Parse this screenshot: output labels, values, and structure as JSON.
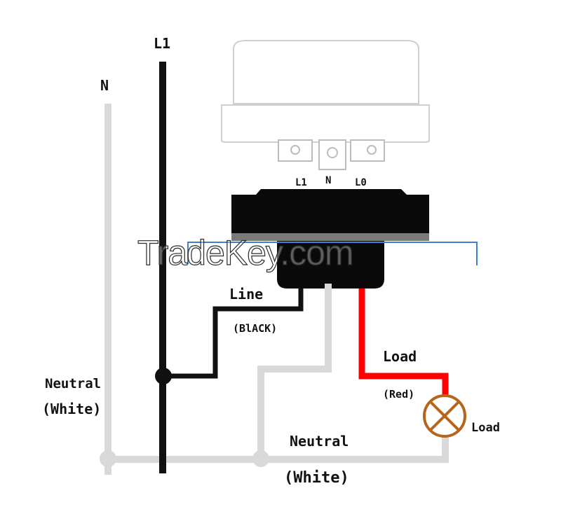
{
  "labels": {
    "n_rail": "N",
    "l1_rail": "L1",
    "terminal_l1": "L1",
    "terminal_n": "N",
    "terminal_lo": "L0",
    "line": "Line",
    "line_color": "(BlACK)",
    "load_wire": "Load",
    "load_color": "(Red)",
    "load_lamp": "Load",
    "neutral_left": "Neutral",
    "neutral_left_color": "(White)",
    "neutral_bottom": "Neutral",
    "neutral_bottom_color": "(White)"
  },
  "watermark": "TradeKey.com",
  "colors": {
    "neutral_wire": "#d9d9d9",
    "line_wire": "#111111",
    "load_wire": "#ff0000",
    "lamp": "#b5651d",
    "mounting_panel": "#3f7fcf",
    "photocell_outline": "#cfcfcf"
  }
}
